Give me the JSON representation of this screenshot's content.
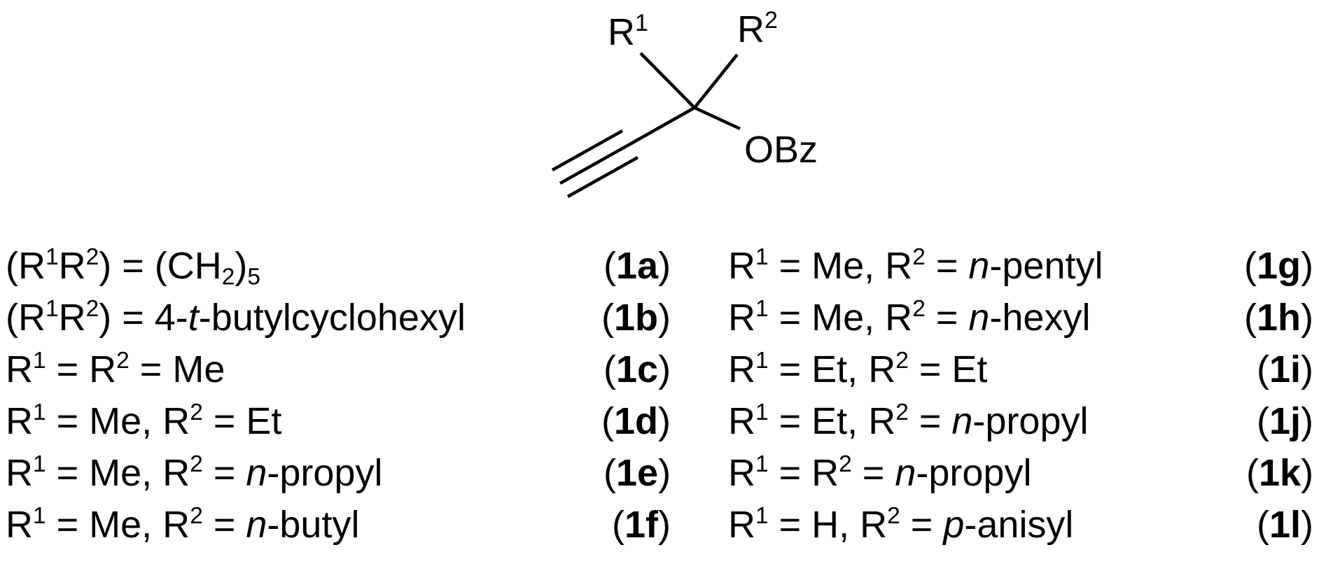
{
  "structure": {
    "r1_label": "R",
    "r1_sup": "1",
    "r2_label": "R",
    "r2_sup": "2",
    "substituent_label": "OBz"
  },
  "left_column": [
    {
      "parts": [
        [
          "t",
          "(R"
        ],
        [
          "sup",
          "1"
        ],
        [
          "t",
          "R"
        ],
        [
          "sup",
          "2"
        ],
        [
          "t",
          ") = (CH"
        ],
        [
          "sub",
          "2"
        ],
        [
          "t",
          ")"
        ],
        [
          "sub",
          "5"
        ]
      ],
      "label_pre": "(",
      "label_id": "1a",
      "label_post": ")"
    },
    {
      "parts": [
        [
          "t",
          "(R"
        ],
        [
          "sup",
          "1"
        ],
        [
          "t",
          "R"
        ],
        [
          "sup",
          "2"
        ],
        [
          "t",
          ") = 4-"
        ],
        [
          "i",
          "t"
        ],
        [
          "t",
          "-butylcyclohexyl"
        ]
      ],
      "label_pre": "(",
      "label_id": "1b",
      "label_post": ")"
    },
    {
      "parts": [
        [
          "t",
          "R"
        ],
        [
          "sup",
          "1"
        ],
        [
          "t",
          " = R"
        ],
        [
          "sup",
          "2"
        ],
        [
          "t",
          " = Me"
        ]
      ],
      "label_pre": "(",
      "label_id": "1c",
      "label_post": ")"
    },
    {
      "parts": [
        [
          "t",
          "R"
        ],
        [
          "sup",
          "1"
        ],
        [
          "t",
          " = Me, R"
        ],
        [
          "sup",
          "2"
        ],
        [
          "t",
          " = Et"
        ]
      ],
      "label_pre": "(",
      "label_id": "1d",
      "label_post": ")"
    },
    {
      "parts": [
        [
          "t",
          "R"
        ],
        [
          "sup",
          "1"
        ],
        [
          "t",
          " = Me, R"
        ],
        [
          "sup",
          "2"
        ],
        [
          "t",
          " = "
        ],
        [
          "i",
          "n"
        ],
        [
          "t",
          "-propyl"
        ]
      ],
      "label_pre": "(",
      "label_id": "1e",
      "label_post": ")"
    },
    {
      "parts": [
        [
          "t",
          "R"
        ],
        [
          "sup",
          "1"
        ],
        [
          "t",
          " = Me, R"
        ],
        [
          "sup",
          "2"
        ],
        [
          "t",
          " = "
        ],
        [
          "i",
          "n"
        ],
        [
          "t",
          "-butyl"
        ]
      ],
      "label_pre": "(",
      "label_id": "1f",
      "label_post": ")"
    }
  ],
  "right_column": [
    {
      "parts": [
        [
          "t",
          "R"
        ],
        [
          "sup",
          "1"
        ],
        [
          "t",
          " = Me, R"
        ],
        [
          "sup",
          "2"
        ],
        [
          "t",
          " = "
        ],
        [
          "i",
          "n"
        ],
        [
          "t",
          "-pentyl"
        ]
      ],
      "label_pre": "(",
      "label_id": "1g",
      "label_post": ")"
    },
    {
      "parts": [
        [
          "t",
          "R"
        ],
        [
          "sup",
          "1"
        ],
        [
          "t",
          " = Me, R"
        ],
        [
          "sup",
          "2"
        ],
        [
          "t",
          " = "
        ],
        [
          "i",
          "n"
        ],
        [
          "t",
          "-hexyl"
        ]
      ],
      "label_pre": "(",
      "label_id": "1h",
      "label_post": ")"
    },
    {
      "parts": [
        [
          "t",
          "R"
        ],
        [
          "sup",
          "1"
        ],
        [
          "t",
          " = Et, R"
        ],
        [
          "sup",
          "2"
        ],
        [
          "t",
          " = Et"
        ]
      ],
      "label_pre": "(",
      "label_id": "1i",
      "label_post": ")"
    },
    {
      "parts": [
        [
          "t",
          "R"
        ],
        [
          "sup",
          "1"
        ],
        [
          "t",
          " = Et, R"
        ],
        [
          "sup",
          "2"
        ],
        [
          "t",
          " = "
        ],
        [
          "i",
          "n"
        ],
        [
          "t",
          "-propyl"
        ]
      ],
      "label_pre": "(",
      "label_id": "1j",
      "label_post": ")"
    },
    {
      "parts": [
        [
          "t",
          "R"
        ],
        [
          "sup",
          "1"
        ],
        [
          "t",
          " = R"
        ],
        [
          "sup",
          "2"
        ],
        [
          "t",
          " = "
        ],
        [
          "i",
          "n"
        ],
        [
          "t",
          "-propyl"
        ]
      ],
      "label_pre": "(",
      "label_id": "1k",
      "label_post": ")"
    },
    {
      "parts": [
        [
          "t",
          "R"
        ],
        [
          "sup",
          "1"
        ],
        [
          "t",
          " = H, R"
        ],
        [
          "sup",
          "2"
        ],
        [
          "t",
          " = "
        ],
        [
          "i",
          "p"
        ],
        [
          "t",
          "-anisyl"
        ]
      ],
      "label_pre": "(",
      "label_id": "1l",
      "label_post": ")"
    }
  ]
}
